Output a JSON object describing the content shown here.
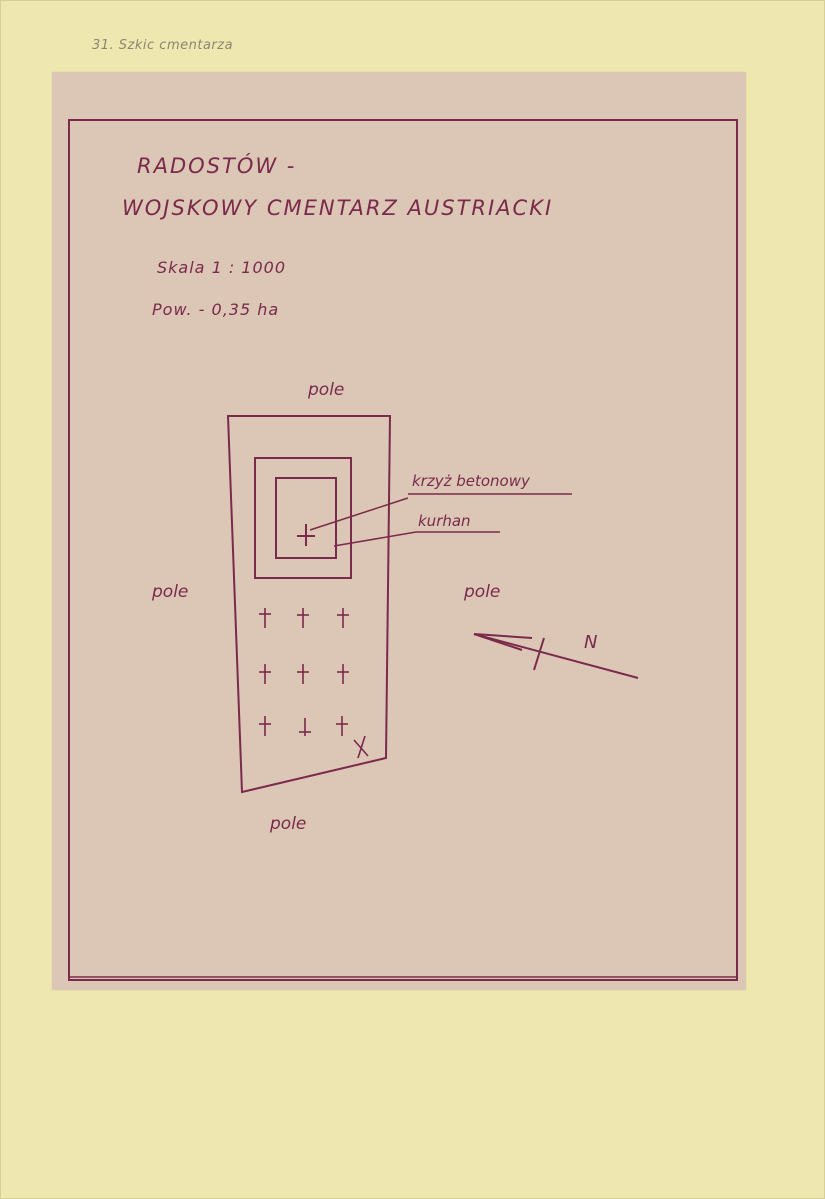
{
  "page": {
    "caption": "31. Szkic cmentarza"
  },
  "sketch": {
    "title_line1": "RADOSTÓW -",
    "title_line2": "WOJSKOWY CMENTARZ AUSTRIACKI",
    "scale": "Skala  1 : 1000",
    "area": "Pow. - 0,35 ha",
    "field_top": "pole",
    "field_left": "pole",
    "field_right": "pole",
    "field_bottom": "pole",
    "label_cross": "krzyż betonowy",
    "label_mound": "kurhan",
    "north": "N"
  },
  "colors": {
    "ink": "#7a2a4a",
    "paper": "#dcc6b6",
    "mount": "#efe7b0"
  }
}
